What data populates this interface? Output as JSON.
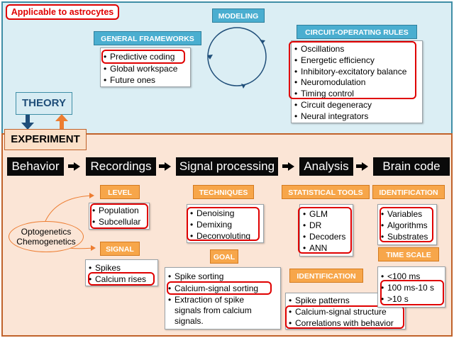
{
  "top": {
    "applicable_label": "Applicable to astrocytes",
    "modeling_label": "MODELING",
    "general_frameworks": {
      "title": "GENERAL FRAMEWORKS",
      "items": [
        "Predictive coding",
        "Global workspace",
        "Future ones"
      ]
    },
    "circuit_rules": {
      "title": "CIRCUIT-OPERATING RULES",
      "items": [
        "Oscillations",
        "Energetic efficiency",
        "Inhibitory-excitatory balance",
        "Neuromodulation",
        "Timing control",
        "Circuit degeneracy",
        "Neural integrators"
      ]
    },
    "theory_label": "THEORY"
  },
  "bottom": {
    "experiment_label": "EXPERIMENT",
    "stages": [
      "Behavior",
      "Recordings",
      "Signal processing",
      "Analysis",
      "Brain code"
    ],
    "level": {
      "title": "LEVEL",
      "items": [
        "Population",
        "Subcellular"
      ]
    },
    "signal": {
      "title": "SIGNAL",
      "items": [
        "Spikes",
        "Calcium rises"
      ]
    },
    "opto": {
      "line1": "Optogenetics",
      "line2": "Chemogenetics"
    },
    "techniques": {
      "title": "TECHNIQUES",
      "items": [
        "Denoising",
        "Demixing",
        "Deconvoluting"
      ]
    },
    "goal": {
      "title": "GOAL",
      "items": [
        "Spike sorting",
        "Calcium-signal sorting",
        "Extraction of spike",
        "signals from calcium",
        "signals."
      ]
    },
    "stat_tools": {
      "title": "STATISTICAL TOOLS",
      "items": [
        "GLM",
        "DR",
        "Decoders",
        "ANN"
      ]
    },
    "analysis_identification": {
      "title": "IDENTIFICATION",
      "items": [
        "Spike patterns",
        "Calcium-signal structure",
        "Correlations with behavior"
      ]
    },
    "brain_identification": {
      "title": "IDENTIFICATION",
      "items": [
        "Variables",
        "Algorithms",
        "Substrates"
      ]
    },
    "time_scale": {
      "title": "TIME SCALE",
      "items": [
        "<100 ms",
        "100 ms-10 s",
        ">10 s"
      ]
    }
  },
  "bullet_char": "•",
  "colors": {
    "top_bg": "#dbeef4",
    "bottom_bg": "#fbe5d6",
    "highlight_red": "#e00000",
    "blue_tag": "#4aaed0",
    "orange_tag": "#f7a64a"
  }
}
